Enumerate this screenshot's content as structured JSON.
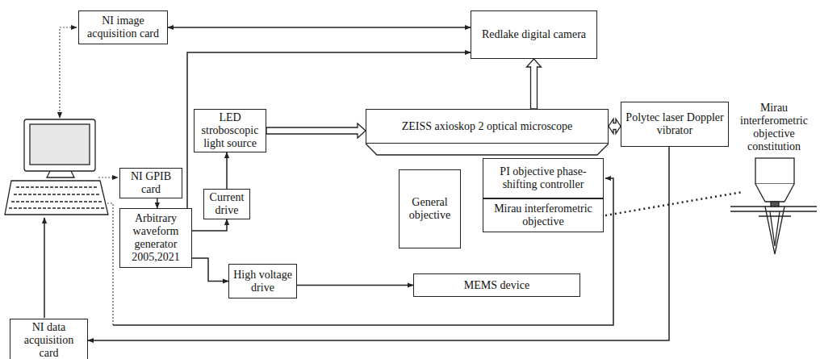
{
  "diagram": {
    "nodes": [
      {
        "text": [
          "NI image acquisition card"
        ]
      },
      {
        "text": [
          "Redlake digital camera"
        ]
      },
      {
        "text": [
          "LED stroboscopic light source"
        ]
      },
      {
        "text": [
          "ZEISS axioskop 2 optical microscope"
        ]
      },
      {
        "text": [
          "Polytec laser Doppler vibrator"
        ]
      },
      {
        "text": [
          "NI GPIB card"
        ]
      },
      {
        "text": [
          "Current drive"
        ]
      },
      {
        "text": [
          "General objective"
        ]
      },
      {
        "text": [
          "PI objective phase-shifting controller"
        ]
      },
      {
        "text": [
          "Mirau interferometric objective"
        ]
      },
      {
        "text": [
          "Arbitrary waveform generator 2005,2021"
        ]
      },
      {
        "text": [
          "High voltage drive"
        ]
      },
      {
        "text": [
          "MEMS device"
        ]
      },
      {
        "text": [
          "NI data acquisition card"
        ]
      }
    ],
    "edges": [
      {
        "from": 0,
        "to": 1,
        "arrow": "both"
      },
      {
        "from": 5,
        "to": 10,
        "arrow": "to"
      },
      {
        "from": 10,
        "to": 1,
        "arrow": "to"
      },
      {
        "from": 10,
        "to": 6,
        "arrow": "to"
      },
      {
        "from": 6,
        "to": 2,
        "arrow": "to"
      },
      {
        "from": 2,
        "to": 3,
        "arrow": "to"
      },
      {
        "from": 3,
        "to": 1,
        "arrow": "to"
      },
      {
        "from": 3,
        "to": 4,
        "arrow": "both"
      },
      {
        "from": 10,
        "to": 11,
        "arrow": "to"
      },
      {
        "from": 11,
        "to": 12,
        "arrow": "to"
      },
      {
        "from": 4,
        "to": 13,
        "arrow": "to"
      }
    ],
    "labels": [
      "Mirau interferometric objective constitution"
    ]
  }
}
